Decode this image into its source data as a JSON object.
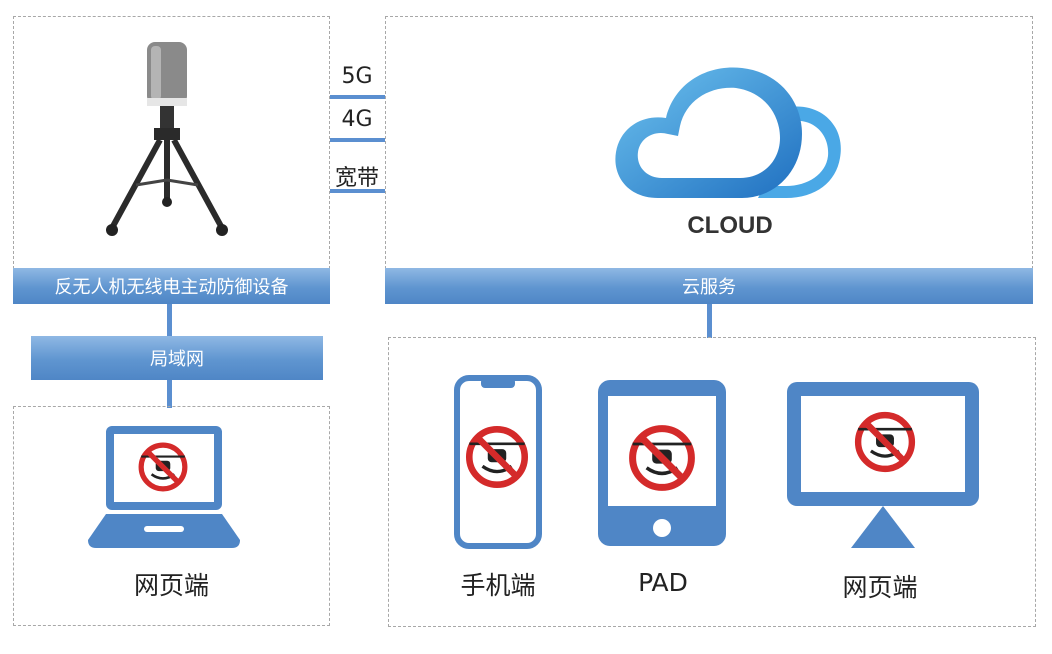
{
  "device": {
    "label": "反无人机无线电主动防御设备"
  },
  "lan": {
    "label": "局域网"
  },
  "cloud": {
    "wordmark": "CLOUD",
    "service_label": "云服务"
  },
  "networks": [
    "5G",
    "4G",
    "宽带"
  ],
  "clients_local": {
    "label": "网页端"
  },
  "clients_remote": {
    "phone_label": "手机端",
    "pad_label": "PAD",
    "web_label": "网页端"
  },
  "colors": {
    "accent": "#4f86c6",
    "prohibit": "#d42a2a",
    "cloud_dark": "#1f6fc0",
    "cloud_light": "#6ec3ef"
  }
}
